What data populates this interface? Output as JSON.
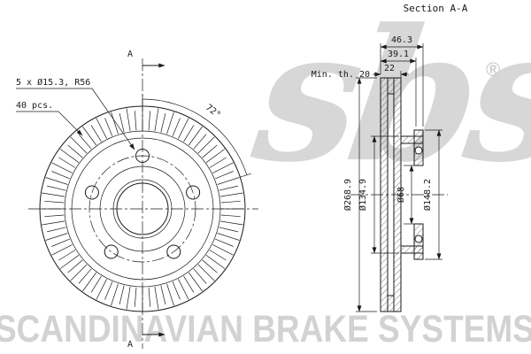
{
  "watermark": {
    "logo": "sbs",
    "registered": "®",
    "footer": "SCANDINAVIAN BRAKE SYSTEMS"
  },
  "front_view": {
    "holes_label": "5 x Ø15.3, R56",
    "count_label": "40 pcs.",
    "angle_label": "72°",
    "section_marker_top": "A",
    "section_marker_bottom": "A"
  },
  "section_view": {
    "title": "Section A-A",
    "dim_overall_width": "46.3",
    "dim_hat_width": "39.1",
    "dim_disc_thickness": "22",
    "dim_min_thickness": "Min. th. 20",
    "dim_outer_diameter": "Ø268.9",
    "dim_hat_diameter": "Ø134.9",
    "dim_bore_diameter": "Ø68",
    "dim_flange_diameter": "Ø148.2"
  },
  "colors": {
    "line": "#1a1a1a",
    "watermark": "#d5d5d5"
  }
}
